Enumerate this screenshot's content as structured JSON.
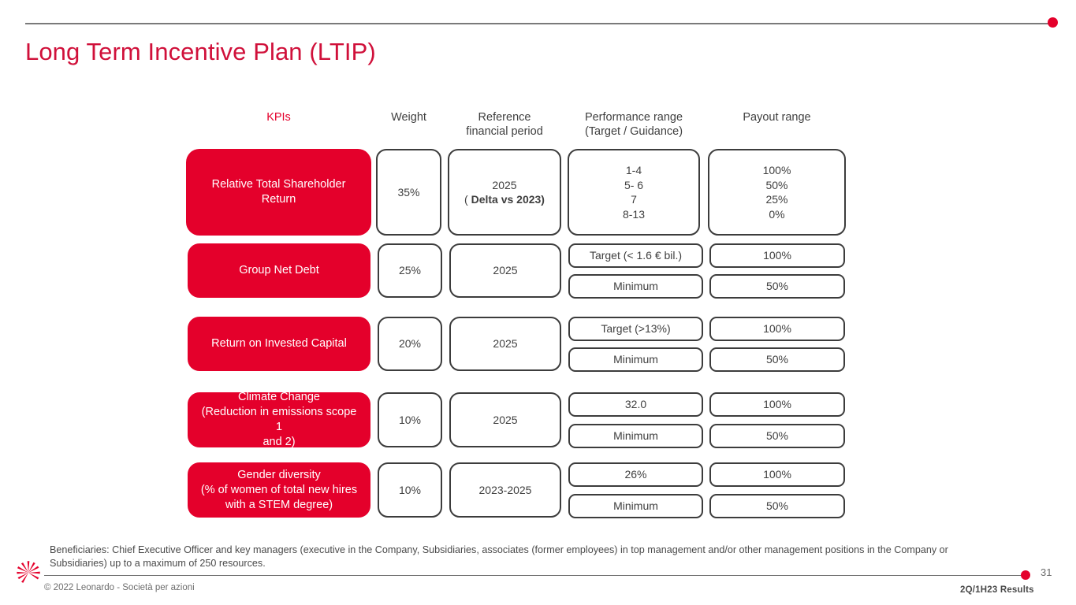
{
  "slide": {
    "title": "Long Term Incentive Plan (LTIP)",
    "page_number": "31",
    "deck_name": "2Q/1H23 Results",
    "copyright": "© 2022 Leonardo - Società per azioni",
    "accent_red": "#E4002B",
    "title_red": "#D0103A",
    "border_gray": "#3C3C3C"
  },
  "headers": {
    "kpis": "KPIs",
    "weight": "Weight",
    "reference_line1": "Reference",
    "reference_line2": "financial period",
    "performance_line1": "Performance range",
    "performance_line2": "(Target / Guidance)",
    "payout": "Payout range"
  },
  "rows": [
    {
      "kpi_line1": "Relative Total Shareholder",
      "kpi_line2": "Return",
      "weight": "35%",
      "reference_line1": "2025",
      "reference_prefix": "( ",
      "reference_bold": "Delta vs 2023)",
      "performance": [
        "1-4",
        "5- 6",
        "7",
        "8-13"
      ],
      "payout": [
        "100%",
        "50%",
        "25%",
        "0%"
      ]
    },
    {
      "kpi_line1": "Group Net Debt",
      "weight": "25%",
      "reference_line1": "2025",
      "performance": [
        "Target (< 1.6 € bil.)",
        "Minimum"
      ],
      "payout": [
        "100%",
        "50%"
      ]
    },
    {
      "kpi_line1": "Return on Invested Capital",
      "weight": "20%",
      "reference_line1": "2025",
      "performance": [
        "Target (>13%)",
        "Minimum"
      ],
      "payout": [
        "100%",
        "50%"
      ]
    },
    {
      "kpi_line1": "Climate Change",
      "kpi_line2": "(Reduction in emissions scope 1",
      "kpi_line3": "and 2)",
      "weight": "10%",
      "reference_line1": "2025",
      "performance": [
        "32.0",
        "Minimum"
      ],
      "payout": [
        "100%",
        "50%"
      ]
    },
    {
      "kpi_line1": "Gender diversity",
      "kpi_line2": "(% of women of total new hires",
      "kpi_line3": "with a STEM degree)",
      "weight": "10%",
      "reference_line1": "2023-2025",
      "performance": [
        "26%",
        "Minimum"
      ],
      "payout": [
        "100%",
        "50%"
      ]
    }
  ],
  "note": {
    "line1": "Beneficiaries: Chief Executive Officer and key managers (executive in the Company, Subsidiaries, associates (former employees) in top management and/or other management positions",
    "line2": "in the Company or Subsidiaries) up to a maximum of 250 resources."
  }
}
